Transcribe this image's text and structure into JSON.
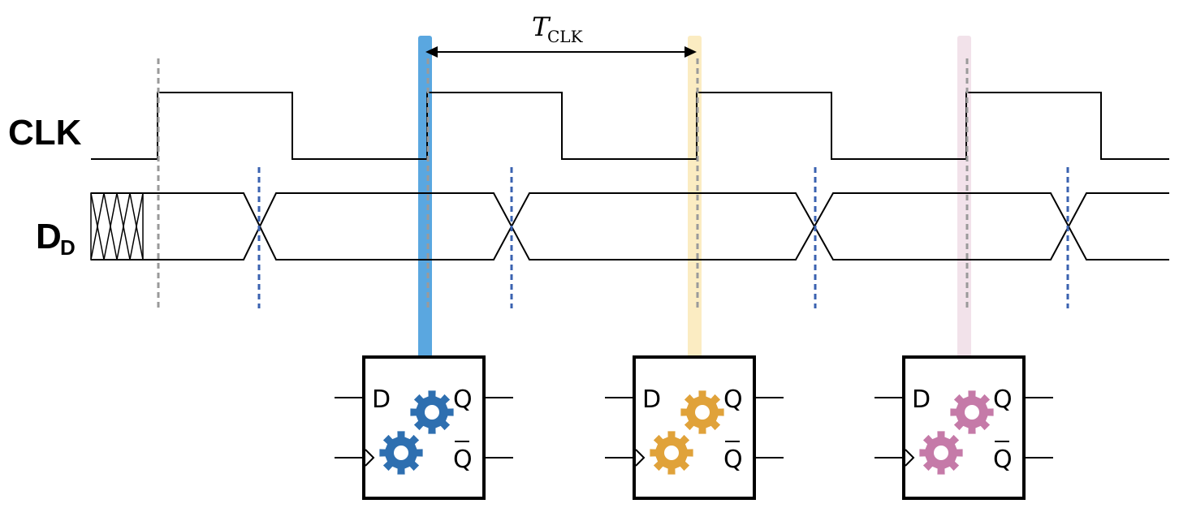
{
  "signals": {
    "clk": {
      "label": "CLK"
    },
    "d": {
      "label": "D",
      "subscript": "D"
    }
  },
  "period": {
    "symbol": "T",
    "subscript": "CLK"
  },
  "flipflops": [
    {
      "d_pin": "D",
      "q_pin": "Q",
      "qbar_pin": "Q",
      "color": "#2e6fb0",
      "highlight": "#5aa7e0"
    },
    {
      "d_pin": "D",
      "q_pin": "Q",
      "qbar_pin": "Q",
      "color": "#e0a23a",
      "highlight": "#fbecc2"
    },
    {
      "d_pin": "D",
      "q_pin": "Q",
      "qbar_pin": "Q",
      "color": "#c57aa8",
      "highlight": "#f2e2ea"
    }
  ],
  "colors": {
    "rising_edge_marker": "#9a9a9a",
    "data_transition_marker": "#3a62b0",
    "trace": "#000000"
  }
}
